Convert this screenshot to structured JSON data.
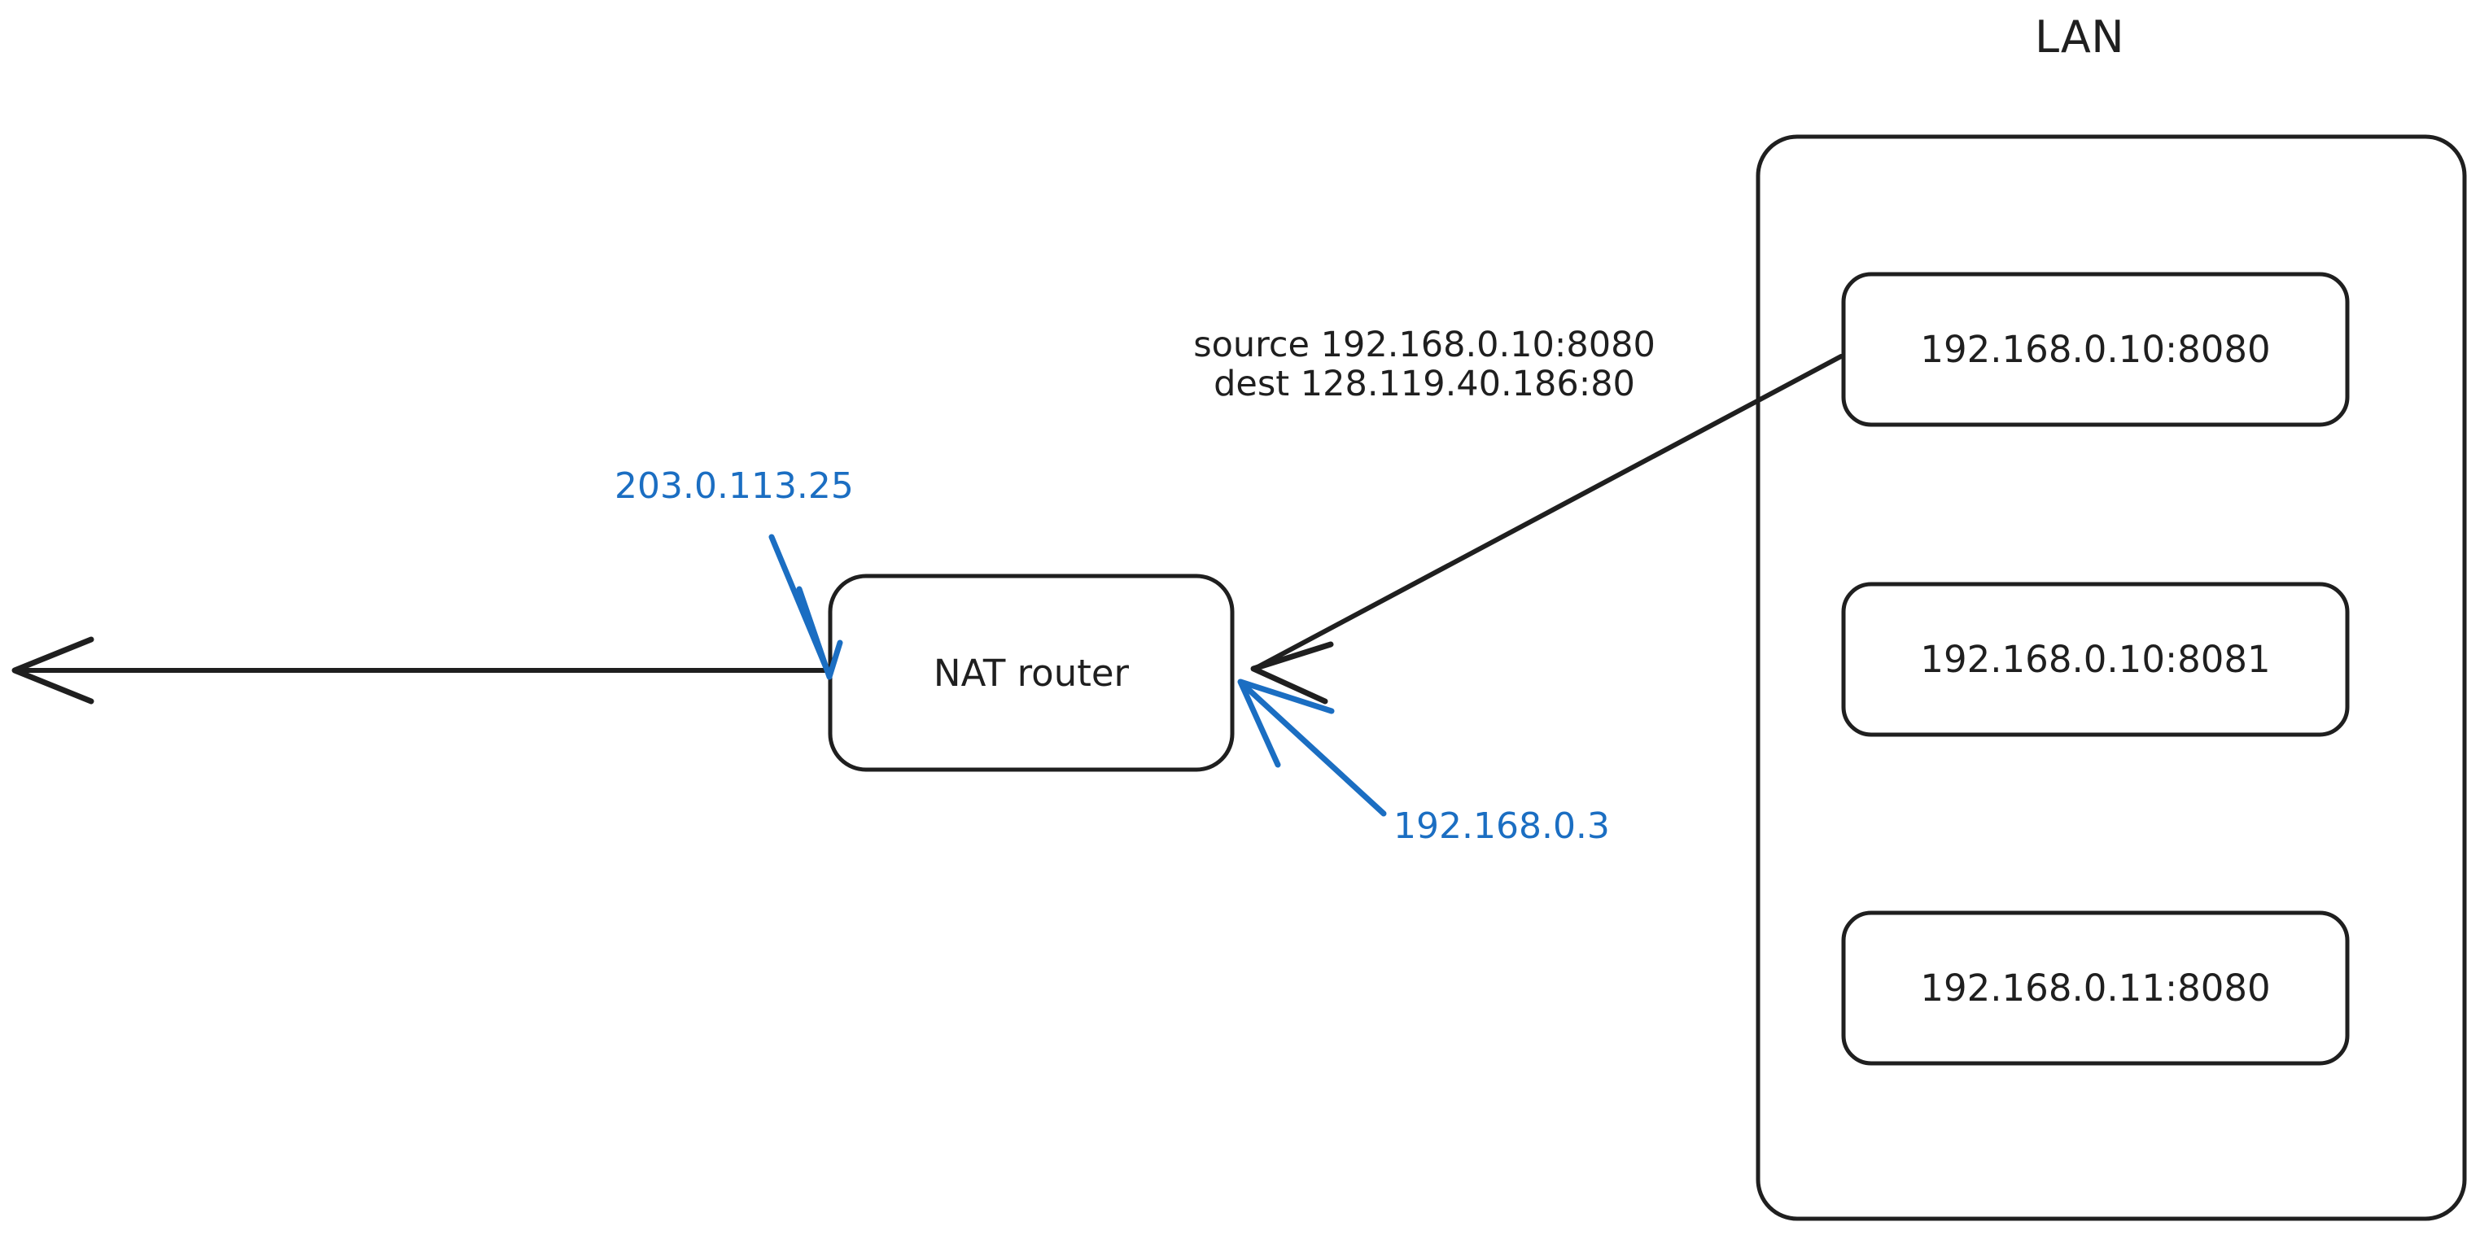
{
  "diagram": {
    "title": "LAN",
    "colors": {
      "stroke": "#1f1f1f",
      "text": "#1f1f1f",
      "accent_blue": "#1b6ec2",
      "background": "#ffffff"
    },
    "lan": {
      "label": "LAN",
      "hosts": [
        {
          "label": "192.168.0.10:8080"
        },
        {
          "label": "192.168.0.10:8081"
        },
        {
          "label": "192.168.0.11:8080"
        }
      ]
    },
    "router": {
      "label": "NAT router",
      "wan_address": "203.0.113.25",
      "lan_address": "192.168.0.3"
    },
    "packet_annotation": {
      "line1": "source 192.168.0.10:8080",
      "line2": "dest 128.119.40.186:80"
    },
    "arrows": [
      {
        "name": "wan-uplink-arrow",
        "color": "#1f1f1f",
        "direction": "left"
      },
      {
        "name": "host-to-router-arrow",
        "color": "#1f1f1f",
        "direction": "down-left"
      },
      {
        "name": "wan-address-pointer",
        "color": "#1b6ec2",
        "direction": "down-right"
      },
      {
        "name": "lan-address-pointer",
        "color": "#1b6ec2",
        "direction": "up-left"
      }
    ]
  }
}
